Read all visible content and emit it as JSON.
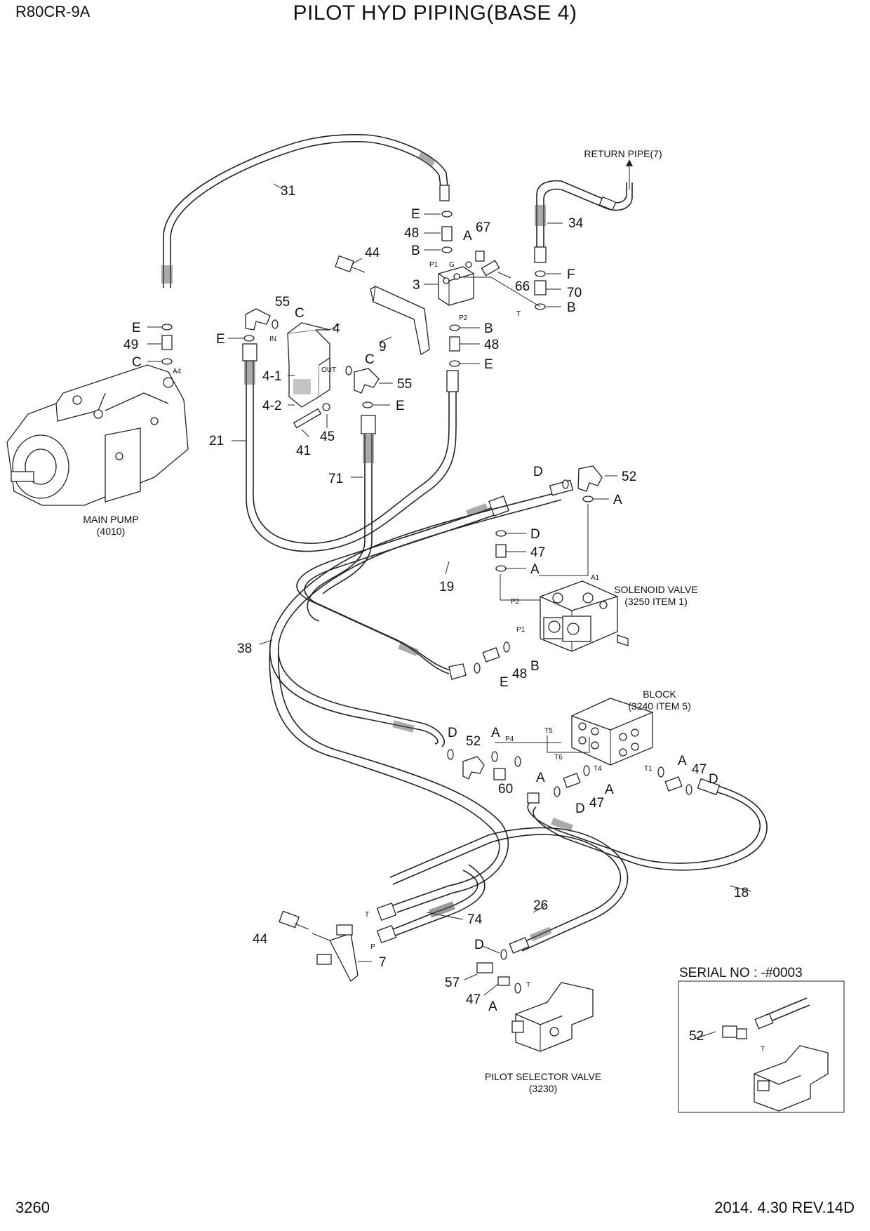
{
  "header": {
    "model": "R80CR-9A",
    "title": "PILOT HYD PIPING(BASE 4)"
  },
  "footer": {
    "page": "3260",
    "revision": "2014. 4.30  REV.14D"
  },
  "captions": {
    "main_pump": [
      "MAIN PUMP",
      "(4010)"
    ],
    "return_pipe": "RETURN PIPE(7)",
    "solenoid_valve": [
      "SOLENOID VALVE",
      "(3250 ITEM 1)"
    ],
    "block": [
      "BLOCK",
      "(3240 ITEM 5)"
    ],
    "pilot_selector_valve": [
      "PILOT SELECTOR VALVE",
      "(3230)"
    ],
    "serial_no": "SERIAL NO : -#0003"
  },
  "callouts": {
    "c31": "31",
    "c34": "34",
    "cE1": "E",
    "c48a": "48",
    "cB1": "B",
    "cA1": "A",
    "c67": "67",
    "c44a": "44",
    "c3": "3",
    "c66": "66",
    "cF": "F",
    "c70": "70",
    "cB2": "B",
    "c55a": "55",
    "cC1": "C",
    "cE2": "E",
    "c4": "4",
    "c9": "9",
    "cB3": "B",
    "c48b": "48",
    "cE3": "E",
    "cE4": "E",
    "c49": "49",
    "cC2": "C",
    "cC3": "C",
    "c55b": "55",
    "cE5": "E",
    "c4_1": "4-1",
    "c4_2": "4-2",
    "c41": "41",
    "c45": "45",
    "c21": "21",
    "c71": "71",
    "cD1": "D",
    "c52a": "52",
    "cA2": "A",
    "cD2": "D",
    "c47a": "47",
    "cA3": "A",
    "c19": "19",
    "c38": "38",
    "cB4": "B",
    "c48c": "48",
    "cE6": "E",
    "cD3": "D",
    "c52b": "52",
    "cA4": "A",
    "cA5": "A",
    "c60": "60",
    "cA6": "A",
    "c47b": "47",
    "cD4": "D",
    "cA7": "A",
    "c47c": "47",
    "cD5": "D",
    "c18": "18",
    "c44b": "44",
    "c74": "74",
    "c7": "7",
    "c26": "26",
    "cD6": "D",
    "c57": "57",
    "c47d": "47",
    "cA8": "A",
    "c52c": "52"
  },
  "port_labels": {
    "A4": "A4",
    "IN": "IN",
    "OUT": "OUT",
    "P1a": "P1",
    "G": "G",
    "P2a": "P2",
    "Ta": "T",
    "A1": "A1",
    "P2b": "P2",
    "P1b": "P1",
    "P4": "P4",
    "T5": "T5",
    "T6": "T6",
    "T4": "T4",
    "T1": "T1",
    "Tb": "T",
    "Pb": "P",
    "Tc": "T",
    "Td": "T"
  }
}
